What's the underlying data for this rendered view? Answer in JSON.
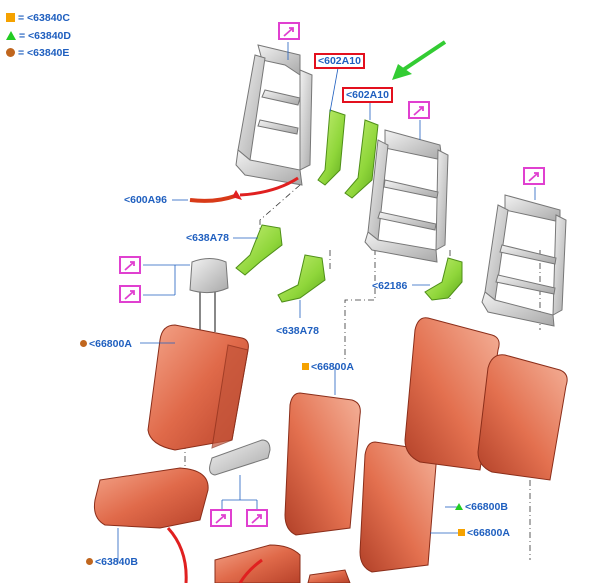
{
  "legend": [
    {
      "symbol": "square",
      "text": "= <63840C"
    },
    {
      "symbol": "triangle",
      "text": "= <63840D"
    },
    {
      "symbol": "circle",
      "text": "= <63840E"
    }
  ],
  "labels": {
    "a602a10_1": "<602A10",
    "a602a10_2": "<602A10",
    "a600a96": "<600A96",
    "a638a78_1": "<638A78",
    "a638a78_2": "<638A78",
    "a62186": "<62186",
    "a66800a_1": "<66800A",
    "a66800a_2": "<66800A",
    "a66800a_3": "<66800A",
    "a66800b_1": "<66800B",
    "a63840b": "<63840B"
  },
  "colors": {
    "label_text": "#1f5fbf",
    "highlight_box": "#e3101e",
    "callout_icon": "#e040d0",
    "green_part": "#8fd63a",
    "seat_cushion": "#e06a4a",
    "frame_gray": "#b8b8b8",
    "arrow_green": "#33cc33",
    "arrow_red": "#e02020"
  },
  "icons": {
    "callout": "magnify-arrow-icon"
  }
}
